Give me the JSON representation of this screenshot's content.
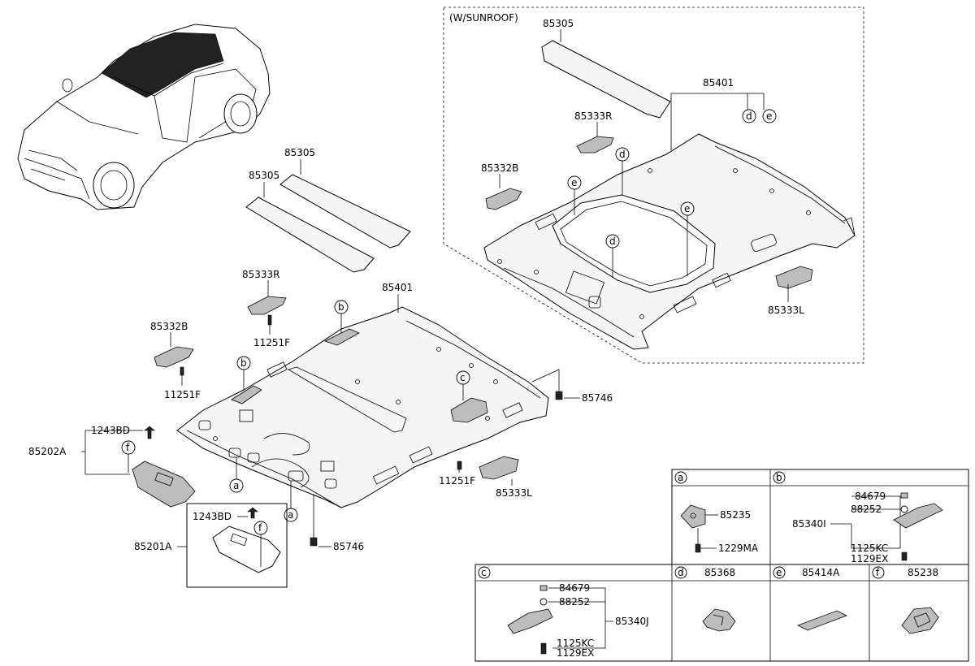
{
  "sunroof_group": {
    "title": "(W/SUNROOF)",
    "part_85305": "85305",
    "part_85401": "85401",
    "part_85333R": "85333R",
    "part_85332B": "85332B",
    "part_85333L": "85333L",
    "callout_d": "d",
    "callout_e": "e"
  },
  "main_group": {
    "part_85305_upper": "85305",
    "part_85305_lower": "85305",
    "part_85333R": "85333R",
    "part_11251F_upper": "11251F",
    "part_85332B": "85332B",
    "part_11251F_left": "11251F",
    "part_85401": "85401",
    "part_85746_right": "85746",
    "part_11251F_right": "11251F",
    "part_85333L": "85333L",
    "part_1243BD_upper": "1243BD",
    "part_85202A": "85202A",
    "part_1243BD_lower": "1243BD",
    "part_85201A": "85201A",
    "part_85746_bottom": "85746",
    "callout_a": "a",
    "callout_b": "b",
    "callout_c": "c",
    "callout_f": "f"
  },
  "detail_table": {
    "a": {
      "letter": "a",
      "part1": "85235",
      "part2": "1229MA"
    },
    "b": {
      "letter": "b",
      "part1": "84679",
      "part2": "88252",
      "part3": "85340I",
      "part4": "1125KC",
      "part5": "1129EX"
    },
    "c": {
      "letter": "c",
      "part1": "84679",
      "part2": "88252",
      "part3": "85340J",
      "part4": "1125KC",
      "part5": "1129EX"
    },
    "d": {
      "letter": "d",
      "part": "85368"
    },
    "e": {
      "letter": "e",
      "part": "85414A"
    },
    "f": {
      "letter": "f",
      "part": "85238"
    }
  },
  "colors": {
    "line": "#000000",
    "part_fill": "#f5f5f5",
    "background": "#ffffff"
  }
}
